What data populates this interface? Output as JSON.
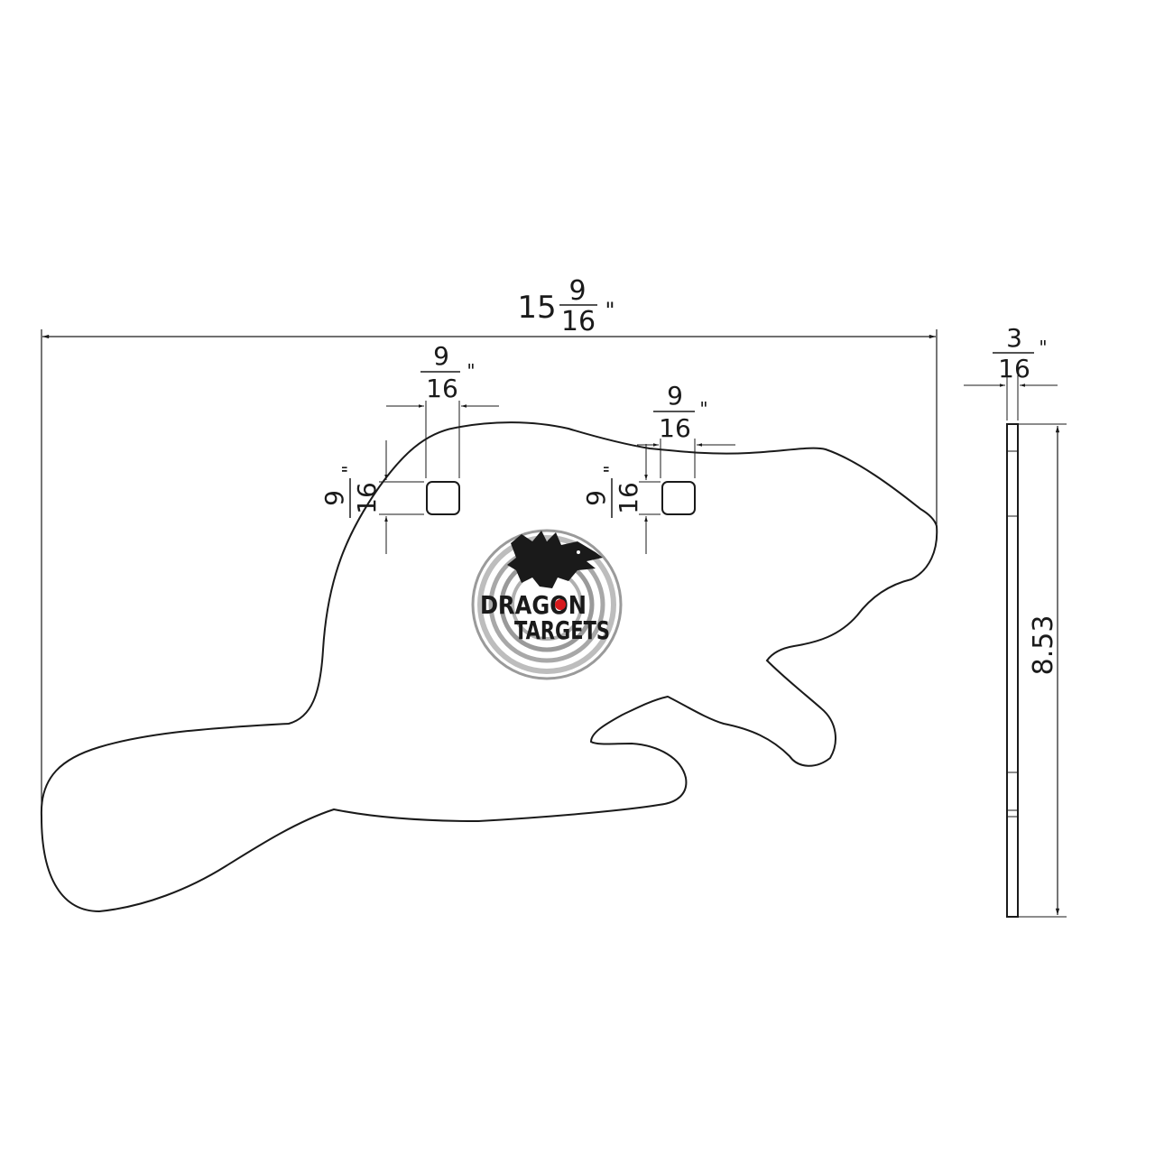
{
  "overall_width": {
    "whole": "15",
    "numerator": "9",
    "denominator": "16",
    "unit": "\""
  },
  "hole_left": {
    "width": {
      "numerator": "9",
      "denominator": "16",
      "unit": "\""
    },
    "height": {
      "numerator": "9",
      "denominator": "16",
      "unit": "\""
    }
  },
  "hole_right": {
    "width": {
      "numerator": "9",
      "denominator": "16",
      "unit": "\""
    },
    "height": {
      "numerator": "9",
      "denominator": "16",
      "unit": "\""
    }
  },
  "thickness": {
    "numerator": "3",
    "denominator": "16",
    "unit": "\""
  },
  "overall_height": {
    "value": "8.53"
  },
  "logo": {
    "line1": "DRAGON",
    "line2": "TARGETS",
    "accent_color": "#d7191c"
  },
  "colors": {
    "line": "#1a1a1a",
    "logo_gray": "#8a8a8a"
  }
}
